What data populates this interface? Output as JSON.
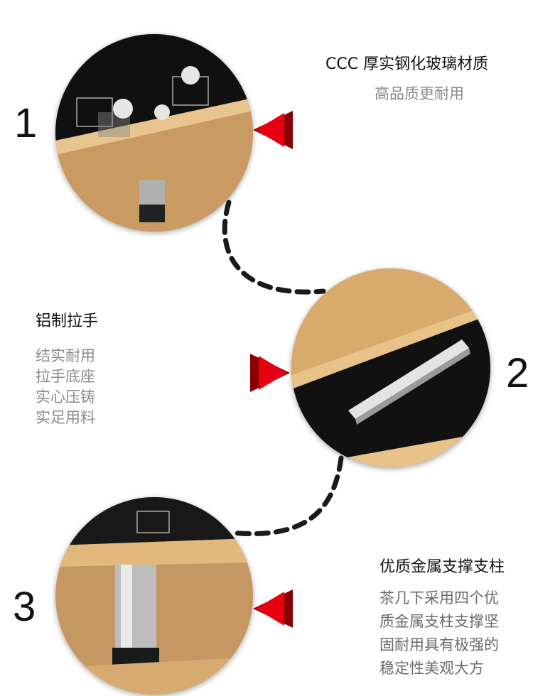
{
  "features": [
    {
      "number": "1",
      "title": "CCC 厚实钢化玻璃材质",
      "lines": [
        "高品质更耐用"
      ]
    },
    {
      "number": "2",
      "title": "铝制拉手",
      "lines": [
        "结实耐用",
        "拉手底座",
        "实心压铸",
        "实足用料"
      ]
    },
    {
      "number": "3",
      "title": "优质金属支撑支柱",
      "lines": [
        "茶几下采用四个优",
        "质金属支柱支撑坚",
        "固耐用具有极强的",
        "稳定性美观大方"
      ]
    }
  ],
  "colors": {
    "accent_arrow": "#e60012",
    "wood": "#d9ad72",
    "glass": "#111111",
    "dash": "#1a1a1a"
  },
  "icons": [
    "arrow-right-icon",
    "arrow-left-icon",
    "dashed-connector"
  ]
}
